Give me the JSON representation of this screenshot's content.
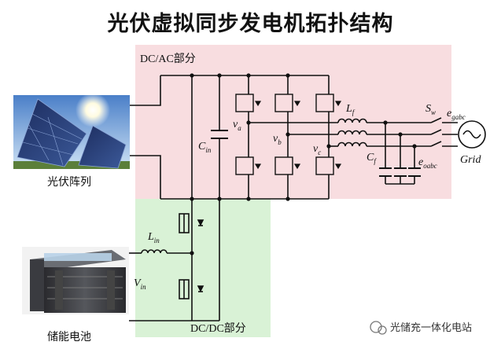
{
  "title": "光伏虚拟同步发电机拓扑结构",
  "sections": {
    "dc_ac": "DC/AC部分",
    "dc_dc": "DC/DC部分"
  },
  "captions": {
    "pv": "光伏阵列",
    "battery": "储能电池"
  },
  "symbols": {
    "c_in": {
      "main": "C",
      "sub": "in"
    },
    "l_in": {
      "main": "L",
      "sub": "in"
    },
    "v_in": {
      "main": "V",
      "sub": "in"
    },
    "l_f": {
      "main": "L",
      "sub": "f"
    },
    "c_f": {
      "main": "C",
      "sub": "f"
    },
    "v_a": {
      "main": "v",
      "sub": "a"
    },
    "v_b": {
      "main": "v",
      "sub": "b"
    },
    "v_c": {
      "main": "v",
      "sub": "c"
    },
    "s_w": {
      "main": "S",
      "sub": "w"
    },
    "e_gabc": {
      "main": "e",
      "sub": "gabc"
    },
    "e_oabc": {
      "main": "e",
      "sub": "oabc"
    },
    "grid": "Grid"
  },
  "watermark": "光储充一体化电站",
  "colors": {
    "dc_ac_region": "#f8dde0",
    "dc_dc_region": "#d9f2d6",
    "wire": "#111111"
  }
}
